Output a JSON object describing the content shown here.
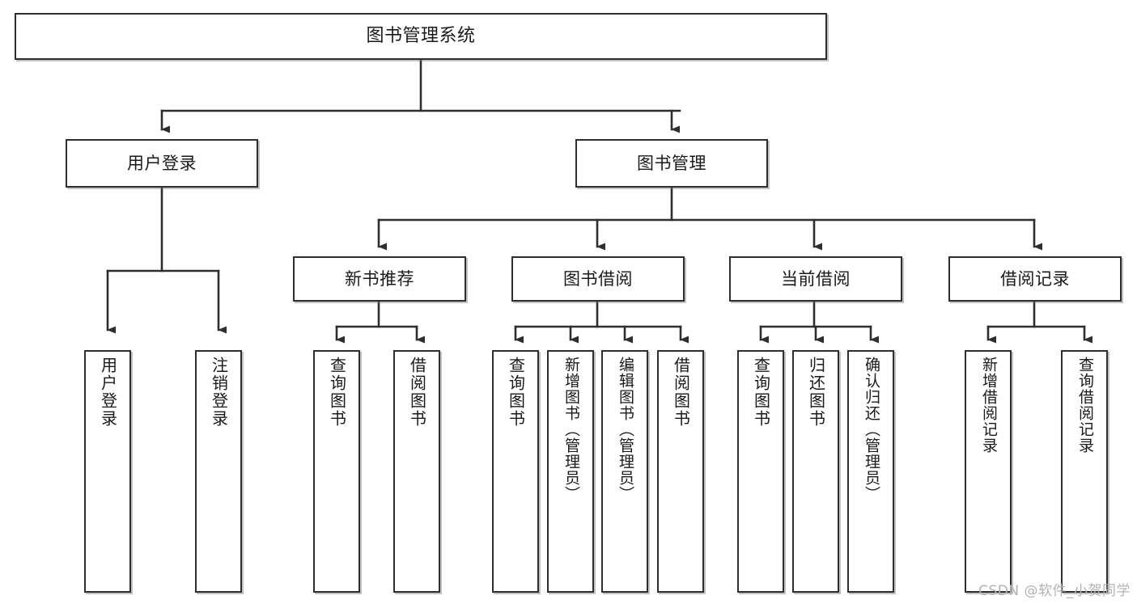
{
  "diagram": {
    "type": "tree-hierarchy",
    "title": "图书管理系统",
    "watermark": "CSDN @软件_小贺同学",
    "colors": {
      "box_border": "#2e2e2e",
      "box_fill": "#ffffff",
      "connector": "#2e2e2e",
      "text": "#1a1a1a",
      "watermark": "#b3b3b3",
      "background": "#ffffff"
    },
    "levels": {
      "level1": [
        "图书管理系统"
      ],
      "level2": [
        "用户登录",
        "图书管理"
      ],
      "level3": [
        "新书推荐",
        "图书借阅",
        "当前借阅",
        "借阅记录"
      ],
      "level4": [
        "用户登录",
        "注销登录",
        "查询图书",
        "借阅图书",
        "查询图书",
        "新增图书（管理员）",
        "编辑图书（管理员）",
        "借阅图书",
        "查询图书",
        "归还图书",
        "确认归还（管理员）",
        "新增借阅记录",
        "查询借阅记录"
      ]
    },
    "nodes": {
      "root": {
        "label": "图书管理系统"
      },
      "user_login": {
        "label": "用户登录"
      },
      "book_manage": {
        "label": "图书管理"
      },
      "new_book_rec": {
        "label": "新书推荐"
      },
      "book_borrow": {
        "label": "图书借阅"
      },
      "current_borrow": {
        "label": "当前借阅"
      },
      "borrow_record": {
        "label": "借阅记录"
      },
      "leaf_user_login": {
        "label": "用户登录"
      },
      "leaf_user_logout": {
        "label": "注销登录"
      },
      "leaf_nbr_query": {
        "label": "查询图书"
      },
      "leaf_nbr_borrow": {
        "label": "借阅图书"
      },
      "leaf_bb_query": {
        "label": "查询图书"
      },
      "leaf_bb_add": {
        "label": "新增图书（管理员）"
      },
      "leaf_bb_edit": {
        "label": "编辑图书（管理员）"
      },
      "leaf_bb_borrow": {
        "label": "借阅图书"
      },
      "leaf_cb_query": {
        "label": "查询图书"
      },
      "leaf_cb_return": {
        "label": "归还图书"
      },
      "leaf_cb_confirm": {
        "label": "确认归还（管理员）"
      },
      "leaf_br_add": {
        "label": "新增借阅记录"
      },
      "leaf_br_query": {
        "label": "查询借阅记录"
      }
    },
    "edges": [
      {
        "from": "图书管理系统",
        "to": "用户登录"
      },
      {
        "from": "图书管理系统",
        "to": "图书管理"
      },
      {
        "from": "用户登录",
        "to": "用户登录"
      },
      {
        "from": "用户登录",
        "to": "注销登录"
      },
      {
        "from": "图书管理",
        "to": "新书推荐"
      },
      {
        "from": "图书管理",
        "to": "图书借阅"
      },
      {
        "from": "图书管理",
        "to": "当前借阅"
      },
      {
        "from": "图书管理",
        "to": "借阅记录"
      },
      {
        "from": "新书推荐",
        "to": "查询图书"
      },
      {
        "from": "新书推荐",
        "to": "借阅图书"
      },
      {
        "from": "图书借阅",
        "to": "查询图书"
      },
      {
        "from": "图书借阅",
        "to": "新增图书（管理员）"
      },
      {
        "from": "图书借阅",
        "to": "编辑图书（管理员）"
      },
      {
        "from": "图书借阅",
        "to": "借阅图书"
      },
      {
        "from": "当前借阅",
        "to": "查询图书"
      },
      {
        "from": "当前借阅",
        "to": "归还图书"
      },
      {
        "from": "当前借阅",
        "to": "确认归还（管理员）"
      },
      {
        "from": "借阅记录",
        "to": "新增借阅记录"
      },
      {
        "from": "借阅记录",
        "to": "查询借阅记录"
      }
    ]
  }
}
